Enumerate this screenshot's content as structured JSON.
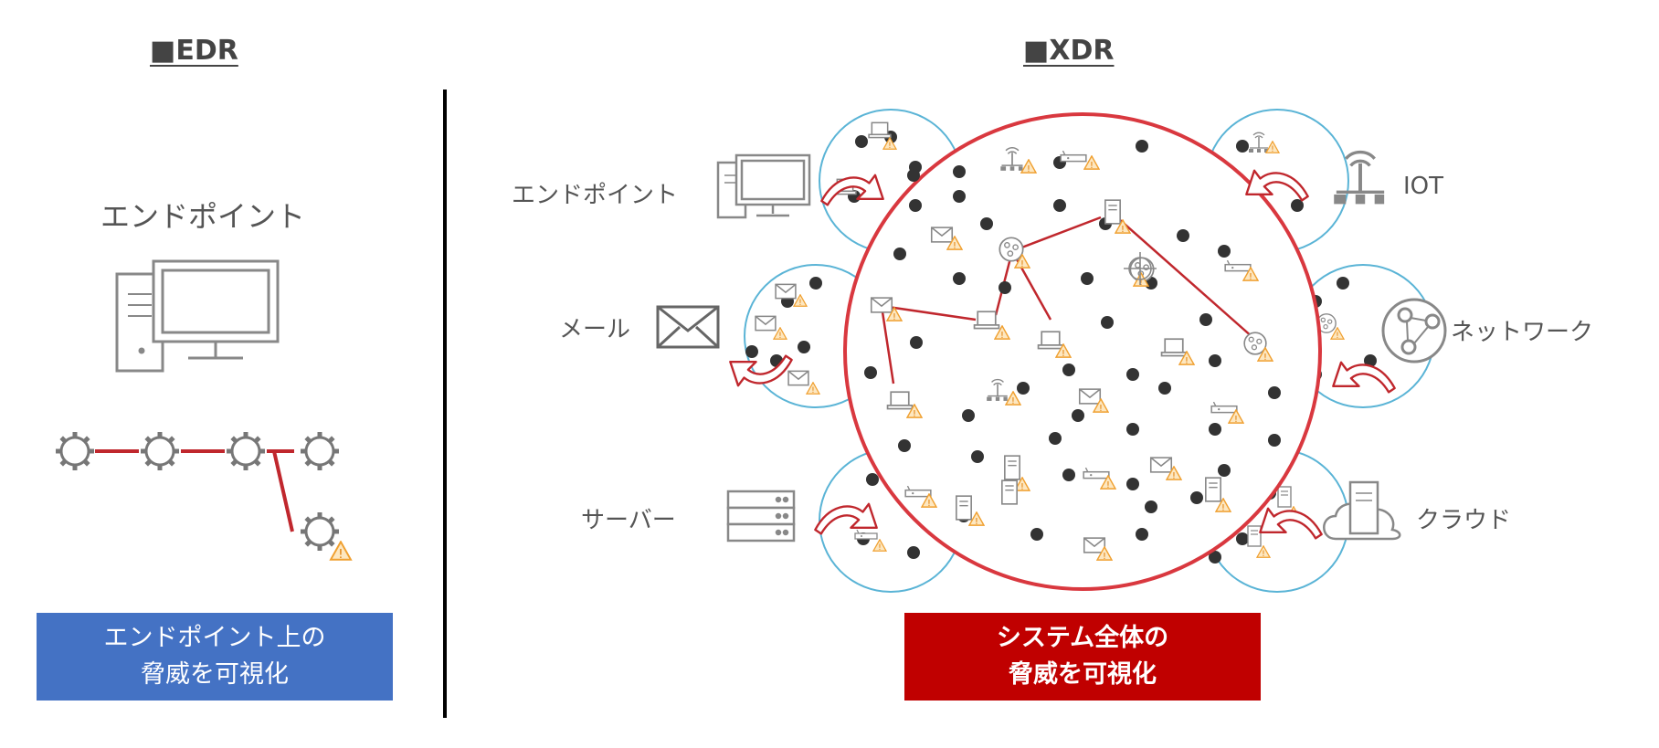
{
  "edr": {
    "heading": "■EDR",
    "endpoint_label": "エンドポイント",
    "box_text": "エンドポイント上の\n脅威を可視化",
    "box_color": "#4472c4"
  },
  "xdr": {
    "heading": "■XDR",
    "labels": {
      "endpoint": "エンドポイント",
      "mail": "メール",
      "server": "サーバー",
      "iot": "IOT",
      "network": "ネットワーク",
      "cloud": "クラウド"
    },
    "box_text": "システム全体の\n脅威を可視化",
    "box_color": "#c00000"
  },
  "colors": {
    "accent_red": "#c0272d",
    "circle_blue": "#5ab4d6",
    "warning_orange": "#f0a030",
    "icon_gray": "#777777",
    "divider": "#000000"
  }
}
